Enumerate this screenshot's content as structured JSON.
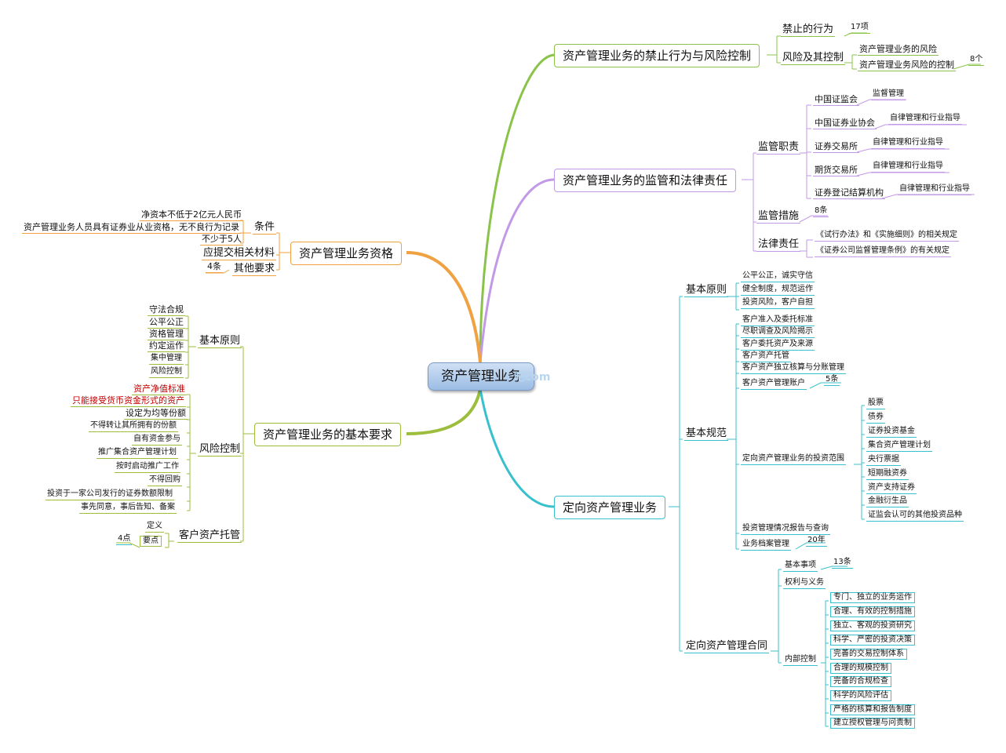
{
  "central": "资产管理业务",
  "watermark": "吧com",
  "colors": {
    "green": "#8bc34a",
    "purple": "#c299e6",
    "orange": "#f0a242",
    "olive": "#9dbe3c",
    "teal": "#38c0cc"
  },
  "b1": {
    "title": "资产管理业务的禁止行为与风险控制",
    "c1": "禁止的行为",
    "c1n": "17项",
    "c2": "风险及其控制",
    "c2a": "资产管理业务的风险",
    "c2b": "资产管理业务风险的控制",
    "c2bn": "8个"
  },
  "b2": {
    "title": "资产管理业务的监管和法律责任",
    "s1": "监管职责",
    "r1": "中国证监会",
    "r1v": "监督管理",
    "r2": "中国证券业协会",
    "r2v": "自律管理和行业指导",
    "r3": "证券交易所",
    "r3v": "自律管理和行业指导",
    "r4": "期货交易所",
    "r4v": "自律管理和行业指导",
    "r5": "证券登记结算机构",
    "r5v": "自律管理和行业指导",
    "s2": "监管措施",
    "s2n": "8条",
    "s3": "法律责任",
    "s3a": "《试行办法》和《实施细则》的相关规定",
    "s3b": "《证券公司监督管理条例》的有关规定"
  },
  "b3": {
    "title": "资产管理业务资格",
    "cond": "条件",
    "c1": "净资本不低于2亿元人民币",
    "c2": "资产管理业务人员具有证券业从业资格，无不良行为记录",
    "c3": "不少于5人",
    "mat": "应提交相关材料",
    "oth": "其他要求",
    "othn": "4条"
  },
  "b4": {
    "title": "资产管理业务的基本要求",
    "p": "基本原则",
    "p1": "守法合规",
    "p2": "公平公正",
    "p3": "资格管理",
    "p4": "约定运作",
    "p5": "集中管理",
    "p6": "风险控制",
    "r": "风险控制",
    "r1": "资产净值标准",
    "r2": "只能接受货币资金形式的资产",
    "r3": "设定为均等份额",
    "r4": "不得转让其所拥有的份额",
    "r5": "自有资金参与",
    "r6": "推广集合资产管理计划",
    "r7": "按时启动推广工作",
    "r8": "不得回购",
    "r9": "投资于一家公司发行的证券数额限制",
    "r10": "事先同意，事后告知、备案",
    "c": "客户资产托管",
    "c1": "定义",
    "c2": "要点",
    "c2n": "4点"
  },
  "b5": {
    "title": "定向资产管理业务",
    "p": "基本原则",
    "p1": "公平公正，诚实守信",
    "p2": "健全制度，规范运作",
    "p3": "投资风险，客户自担",
    "n": "基本规范",
    "n1": "客户准入及委托标准",
    "n2": "尽职调查及风险揭示",
    "n3": "客户委托资产及来源",
    "n4": "客户资产托管",
    "n5": "客户资产独立核算与分账管理",
    "n6": "客户资产管理账户",
    "n6n": "5条",
    "n7": "定向资产管理业务的投资范围",
    "i1": "股票",
    "i2": "债券",
    "i3": "证券投资基金",
    "i4": "集合资产管理计划",
    "i5": "央行票据",
    "i6": "短期融资券",
    "i7": "资产支持证券",
    "i8": "金融衍生品",
    "i9": "证监会认可的其他投资品种",
    "n8": "投资管理情况报告与查询",
    "n9": "业务档案管理",
    "n9n": "20年",
    "k": "定向资产管理合同",
    "k1": "基本事项",
    "k1n": "13条",
    "k2": "权利与义务",
    "k3": "内部控制",
    "ic1": "专门、独立的业务运作",
    "ic2": "合理、有效的控制措施",
    "ic3": "独立、客观的投资研究",
    "ic4": "科学、严密的投资决策",
    "ic5": "完善的交易控制体系",
    "ic6": "合理的规模控制",
    "ic7": "完备的合规检查",
    "ic8": "科学的风险评估",
    "ic9": "严格的核算和报告制度",
    "ic10": "建立授权管理与问责制"
  }
}
